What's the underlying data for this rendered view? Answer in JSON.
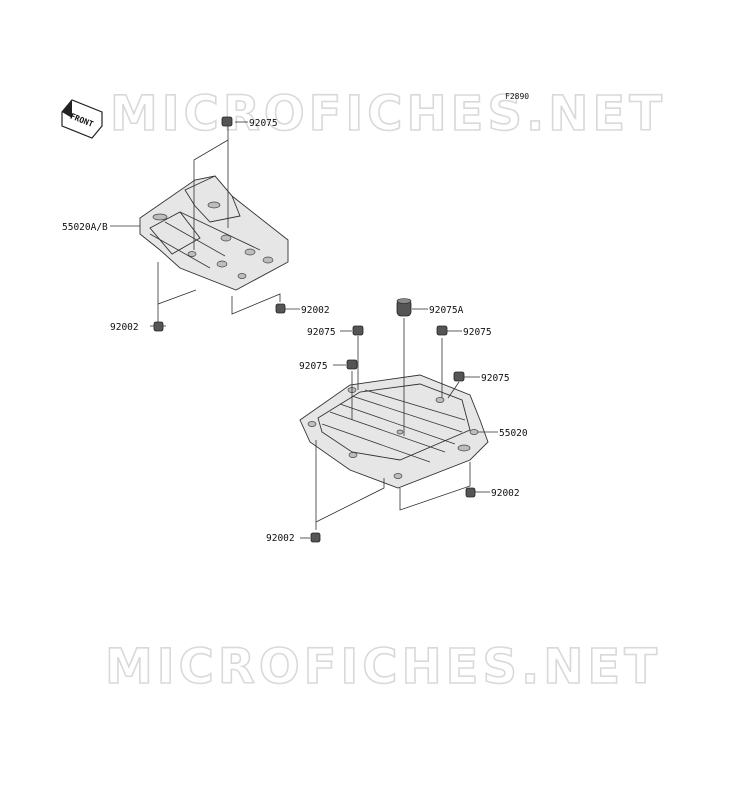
{
  "diagram": {
    "code": "F2890",
    "watermark": "MICROFICHES.NET",
    "front_label": "FRONT",
    "labels": {
      "top_bolt": "92075",
      "upper_guard": "55020A/B",
      "upper_right_bolt": "92002",
      "upper_left_bolt": "92002",
      "collar": "92075A",
      "mid_left_bolt": "92075",
      "mid_right_bolt": "92075",
      "lower_left_bolt": "92075",
      "far_right_bolt": "92075",
      "lower_guard": "55020",
      "lower_right_bolt": "92002",
      "bottom_left_bolt": "92002"
    }
  }
}
